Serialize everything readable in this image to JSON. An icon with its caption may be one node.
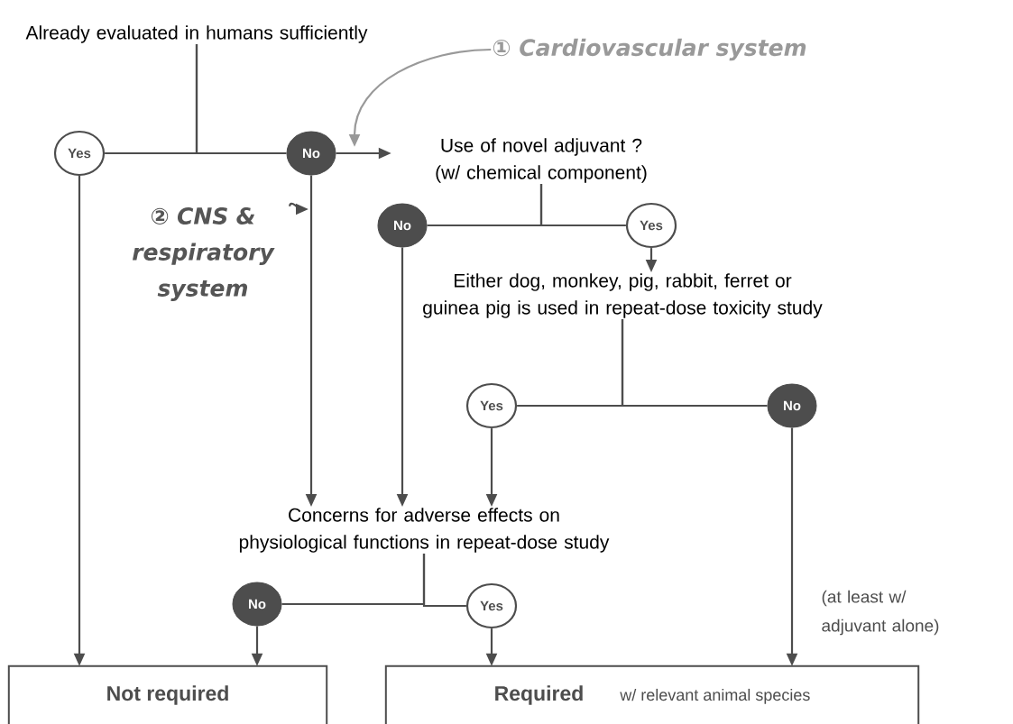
{
  "diagram": {
    "nodes": [
      {
        "text": [
          "Already evaluated in humans sufficiently"
        ]
      },
      {
        "text": [
          "Yes"
        ]
      },
      {
        "text": [
          "No"
        ]
      },
      {
        "text": [
          "Use of novel adjuvant ? (w/ chemical component)"
        ]
      },
      {
        "text": [
          "No"
        ]
      },
      {
        "text": [
          "Yes"
        ]
      },
      {
        "text": [
          "Either dog, monkey, pig, rabbit, ferret or guinea pig is used in repeat-dose toxicity study"
        ]
      },
      {
        "text": [
          "Yes"
        ]
      },
      {
        "text": [
          "No"
        ]
      },
      {
        "text": [
          "Concerns for adverse effects on physiological functions in repeat-dose study"
        ]
      },
      {
        "text": [
          "No"
        ]
      },
      {
        "text": [
          "Yes"
        ]
      },
      {
        "text": [
          "Not required"
        ]
      },
      {
        "text": [
          "Required",
          "w/ relevant animal species"
        ]
      },
      {
        "text": [
          "① Cardiovascular system"
        ]
      },
      {
        "text": [
          "② CNS & respiratory system"
        ]
      }
    ],
    "edges": [
      {
        "from": 0,
        "to": 1,
        "arrow": "none"
      },
      {
        "from": 0,
        "to": 2,
        "arrow": "none"
      },
      {
        "from": 2,
        "to": 3,
        "arrow": "to"
      },
      {
        "from": 1,
        "to": 12,
        "arrow": "to"
      },
      {
        "from": 2,
        "to": 9,
        "arrow": "to"
      },
      {
        "from": 3,
        "to": 4,
        "arrow": "none"
      },
      {
        "from": 3,
        "to": 5,
        "arrow": "none"
      },
      {
        "from": 4,
        "to": 9,
        "arrow": "to"
      },
      {
        "from": 5,
        "to": 6,
        "arrow": "to"
      },
      {
        "from": 6,
        "to": 7,
        "arrow": "none"
      },
      {
        "from": 6,
        "to": 8,
        "arrow": "none"
      },
      {
        "from": 7,
        "to": 9,
        "arrow": "to"
      },
      {
        "from": 8,
        "to": 13,
        "arrow": "to",
        "label": "(at least w/ adjuvant alone)"
      },
      {
        "from": 9,
        "to": 10,
        "arrow": "none"
      },
      {
        "from": 9,
        "to": 11,
        "arrow": "none"
      },
      {
        "from": 10,
        "to": 12,
        "arrow": "to"
      },
      {
        "from": 11,
        "to": 13,
        "arrow": "to"
      },
      {
        "from": 14,
        "to": null,
        "arrow": "to",
        "color": "#999999"
      },
      {
        "from": 15,
        "to": null,
        "arrow": "to"
      }
    ]
  }
}
